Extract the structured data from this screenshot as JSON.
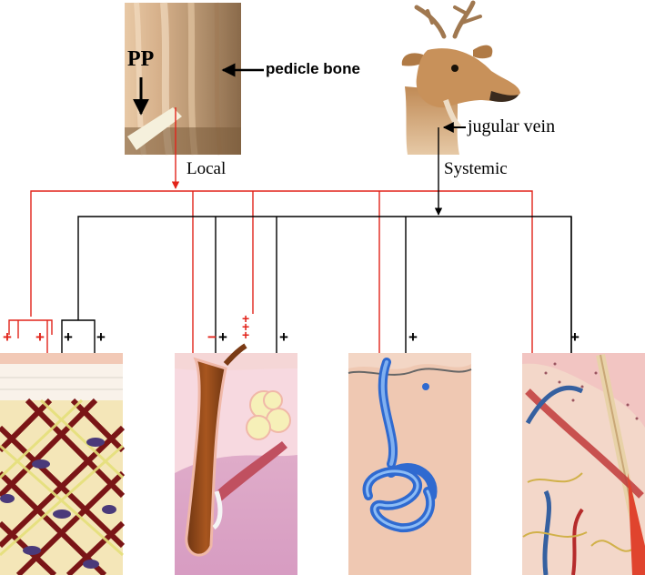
{
  "top": {
    "pp_label": "PP",
    "pedicle_label": "pedicle bone",
    "jugular_label": "jugular vein",
    "local_label": "Local",
    "systemic_label": "Systemic"
  },
  "panels": [
    {
      "id": "panel-1",
      "signs": [
        "+",
        "+",
        "+",
        "+"
      ]
    },
    {
      "id": "panel-2",
      "signs": [
        "−",
        "+",
        "+++",
        "+"
      ]
    },
    {
      "id": "panel-3",
      "signs": [
        "+"
      ]
    },
    {
      "id": "panel-4",
      "signs": [
        "+"
      ]
    }
  ],
  "colors": {
    "local_pathway": "#e2231a",
    "systemic_pathway": "#000000",
    "pedicle_photo": "#c7a27a",
    "deer_fur": "#b07a45"
  },
  "icons": [
    "pedicle-photo",
    "deer-head-illustration",
    "dermis-illustration",
    "hair-follicle-illustration",
    "sweat-gland-illustration",
    "arrector-muscle-illustration"
  ]
}
